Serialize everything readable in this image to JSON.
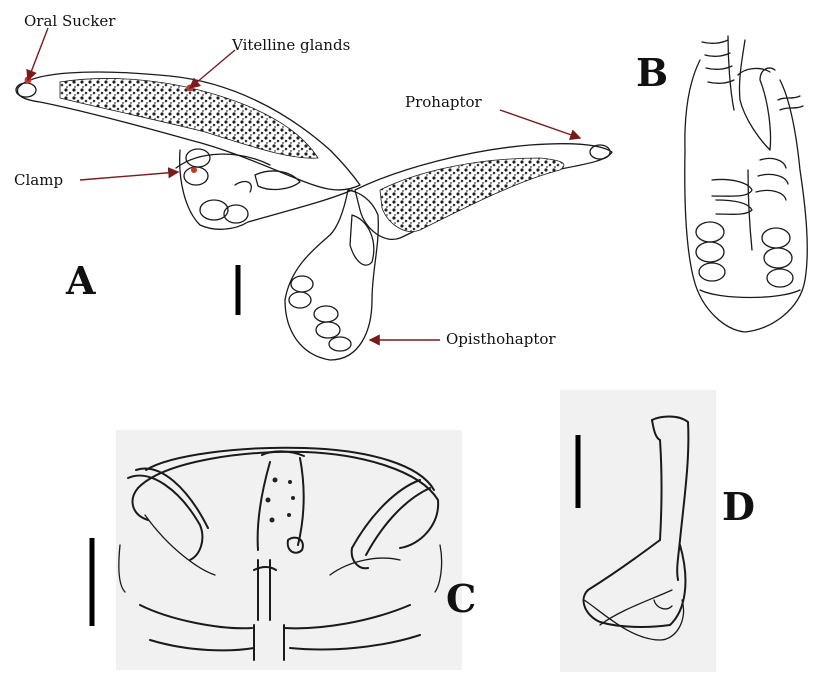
{
  "labels": {
    "oral_sucker": "Oral Sucker",
    "vitelline_glands": "Vitelline glands",
    "prohaptor": "Prohaptor",
    "clamp": "Clamp",
    "opisthohaptor": "Opisthohaptor"
  },
  "panels": {
    "a": "A",
    "b": "B",
    "c": "C",
    "d": "D"
  }
}
